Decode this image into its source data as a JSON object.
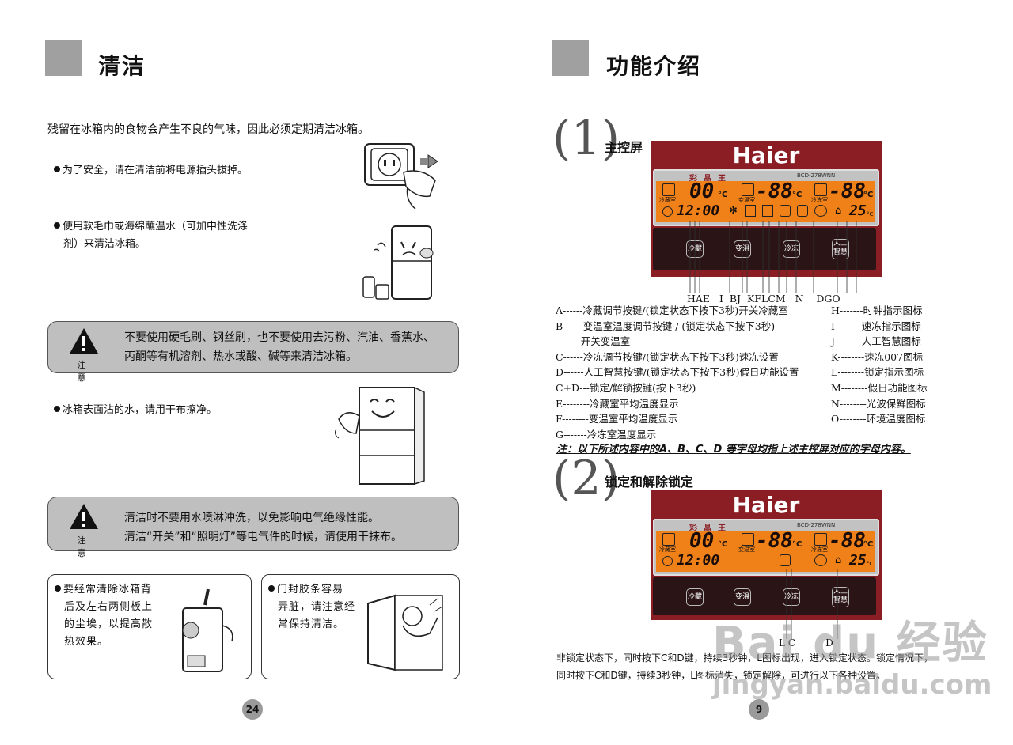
{
  "left": {
    "title": "清洁",
    "intro": "残留在冰箱内的食物会产生不良的气味，因此必须定期清洁冰箱。",
    "bullet1": "为了安全，请在清洁前将电源插头拔掉。",
    "bullet2_line1": "使用软毛巾或海绵蘸温水（可加中性洗涤",
    "bullet2_line2": "剂）来清洁冰箱。",
    "warn1_line1": "不要使用硬毛刷、钢丝刷，也不要使用去污粉、汽油、香蕉水、",
    "warn1_line2": "丙酮等有机溶剂、热水或酸、碱等来清洁冰箱。",
    "warn_label": "注意",
    "bullet3": "冰箱表面沾的水，请用干布擦净。",
    "warn2_line1": "清洁时不要用水喷淋冲洗，以免影响电气绝缘性能。",
    "warn2_line2": "清洁“开关”和“照明灯”等电气件的时候，请使用干抹布。",
    "box1": [
      "要经常清除冰箱背",
      "后及左右两侧板上",
      "的尘埃，以提高散",
      "热效果。"
    ],
    "box2": [
      "门封胶条容易",
      "弄脏，请注意经",
      "常保持清洁。"
    ],
    "page": "24"
  },
  "right": {
    "title": "功能介绍",
    "sec1_num": "1",
    "sec1_title": "主控屏",
    "sec2_num": "2",
    "sec2_title": "锁定和解除锁定",
    "brand": "Haier",
    "series": "彩晶王",
    "model": "BCD-278WNN",
    "zone_fridge": "冷藏室",
    "zone_var": "变温室",
    "zone_freeze": "冷冻室",
    "temp_fridge": "00",
    "temp_var": "-88",
    "temp_freeze": "-88",
    "unit": "°C",
    "clock": "12:00",
    "ambient": "25",
    "key_fridge": "冷藏",
    "key_var": "变温",
    "key_freeze": "冷冻",
    "key_smart": "人工智慧",
    "letters1": "HAE   I  BJ  KFLCM   N    DGO",
    "letters2": "L C          D",
    "legend_left": [
      "A------冷藏调节按键/(锁定状态下按下3秒)开关冷藏室",
      "B------变温室温度调节按键 / (锁定状态下按下3秒)",
      "        开关变温室",
      "C------冷冻调节按键/(锁定状态下按下3秒)速冻设置",
      "D------人工智慧按键/(锁定状态下按下3秒)假日功能设置",
      "C+D---锁定/解锁按键(按下3秒)",
      "E--------冷藏室平均温度显示",
      "F--------变温室平均温度显示",
      "G-------冷冻室温度显示"
    ],
    "legend_right": [
      "H-------时钟指示图标",
      "I--------速冻指示图标",
      "J--------人工智慧图标",
      "K--------速冻007图标",
      "L--------锁定指示图标",
      "M--------假日功能图标",
      "N--------光波保鲜图标",
      "O--------环境温度图标"
    ],
    "note": "注：以下所述内容中的A、B、C、D 等字母均指上述主控屏对应的字母内容。",
    "para_line1": "非锁定状态下，同时按下C和D键，持续3秒钟，L图标出现，进入锁定状态。锁定情况下，",
    "para_line2": "同时按下C和D键，持续3秒钟，L图标消失，锁定解除，可进行以下各种设置。",
    "page": "9"
  },
  "watermark": {
    "logo": "Bai du 经验",
    "url": "jingyan.baidu.com"
  }
}
